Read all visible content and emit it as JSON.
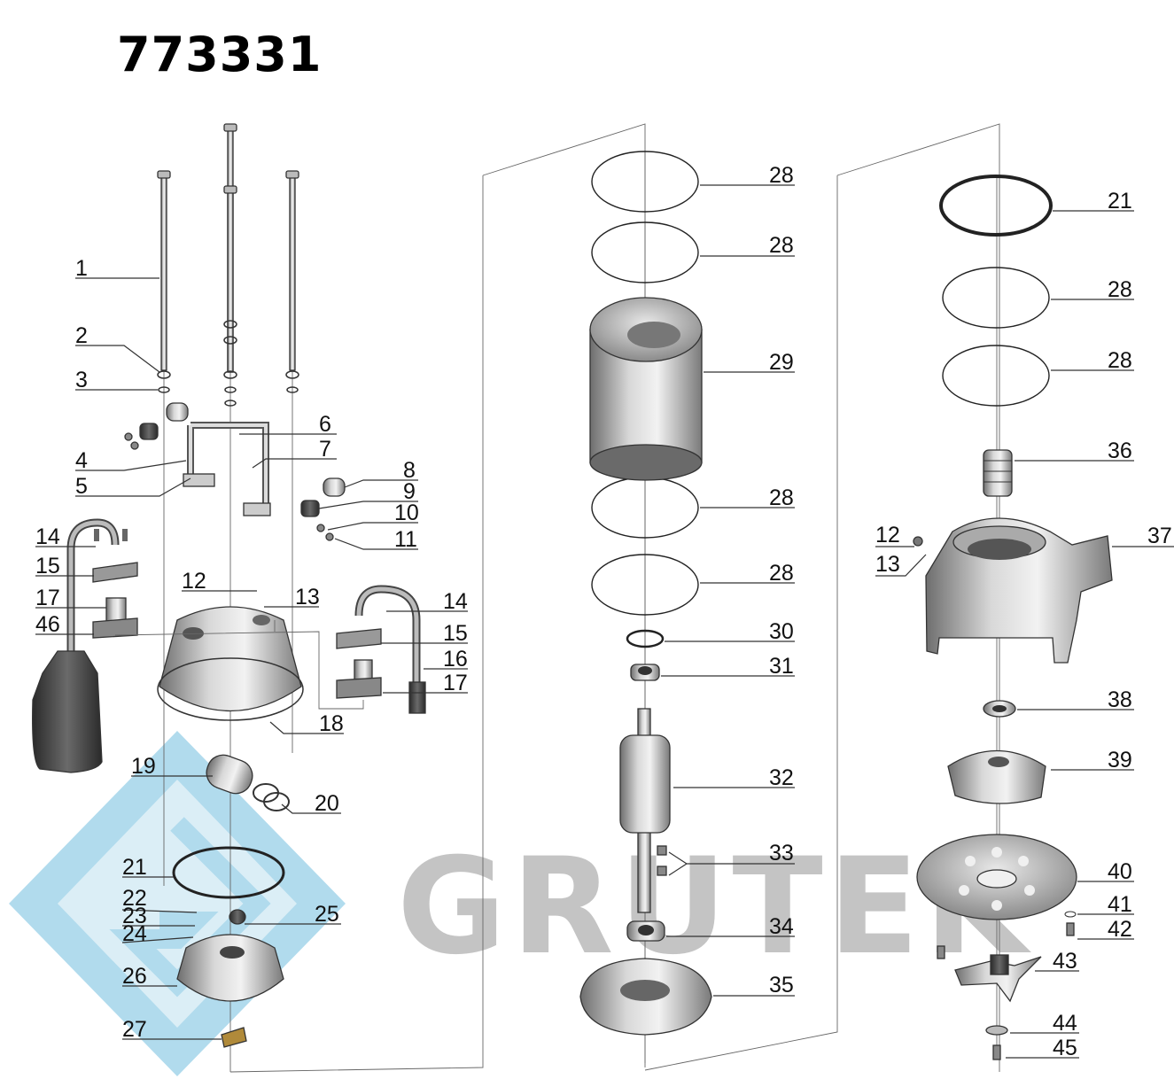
{
  "title": "773331",
  "watermark": {
    "brand_text": "GRUTEK",
    "text_color": "#c4c4c4",
    "logo_color": "#a9d8ec"
  },
  "labels": {
    "l1": "1",
    "l2": "2",
    "l3": "3",
    "l4": "4",
    "l5": "5",
    "l6": "6",
    "l7": "7",
    "l8": "8",
    "l9": "9",
    "l10": "10",
    "l11": "11",
    "l12a": "12",
    "l13a": "13",
    "l14a": "14",
    "l15a": "15",
    "l17a": "17",
    "l46": "46",
    "l14b": "14",
    "l15b": "15",
    "l16": "16",
    "l17b": "17",
    "l18": "18",
    "l19": "19",
    "l20": "20",
    "l21a": "21",
    "l22": "22",
    "l23": "23",
    "l24": "24",
    "l25": "25",
    "l26": "26",
    "l27": "27",
    "l28a": "28",
    "l28b": "28",
    "l29": "29",
    "l28c": "28",
    "l28d": "28",
    "l30": "30",
    "l31": "31",
    "l32": "32",
    "l33": "33",
    "l34": "34",
    "l35": "35",
    "l21b": "21",
    "l28e": "28",
    "l28f": "28",
    "l36": "36",
    "l12b": "12",
    "l13b": "13",
    "l37": "37",
    "l38": "38",
    "l39": "39",
    "l40": "40",
    "l41": "41",
    "l42": "42",
    "l43": "43",
    "l44": "44",
    "l45": "45"
  }
}
